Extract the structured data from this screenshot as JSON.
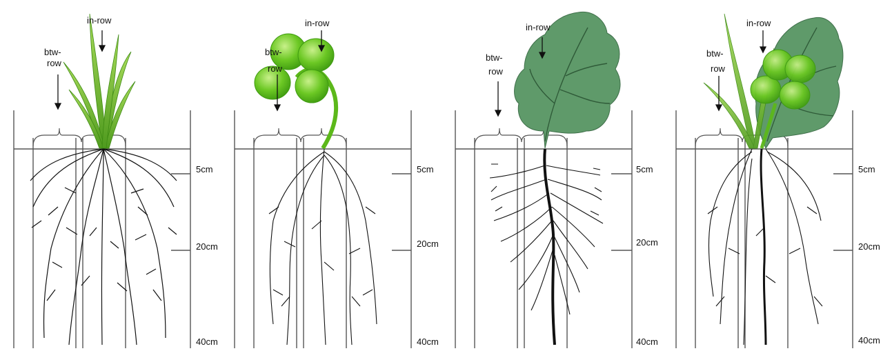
{
  "panels": [
    {
      "plant": "grass",
      "in_row_label": "in-row",
      "btw_row_label_line1": "btw-",
      "btw_row_label_line2": "row",
      "depth_labels": [
        "5cm",
        "20cm",
        "40cm"
      ]
    },
    {
      "plant": "clover",
      "in_row_label": "in-row",
      "btw_row_label_line1": "btw-",
      "btw_row_label_line2": "row",
      "depth_labels": [
        "5cm",
        "20cm",
        "40cm"
      ]
    },
    {
      "plant": "brassica",
      "in_row_label": "in-row",
      "btw_row_label_line1": "btw-",
      "btw_row_label_line2": "row",
      "depth_labels": [
        "5cm",
        "20cm",
        "40cm"
      ]
    },
    {
      "plant": "mixture",
      "in_row_label": "in-row",
      "btw_row_label_line1": "btw-",
      "btw_row_label_line2": "row",
      "depth_labels": [
        "5cm",
        "20cm",
        "40cm"
      ]
    }
  ],
  "colors": {
    "grass": "#7cc23a",
    "clover": "#66c21c",
    "brassica": "#5f9a6a",
    "root": "#111111",
    "frame": "#555555"
  }
}
